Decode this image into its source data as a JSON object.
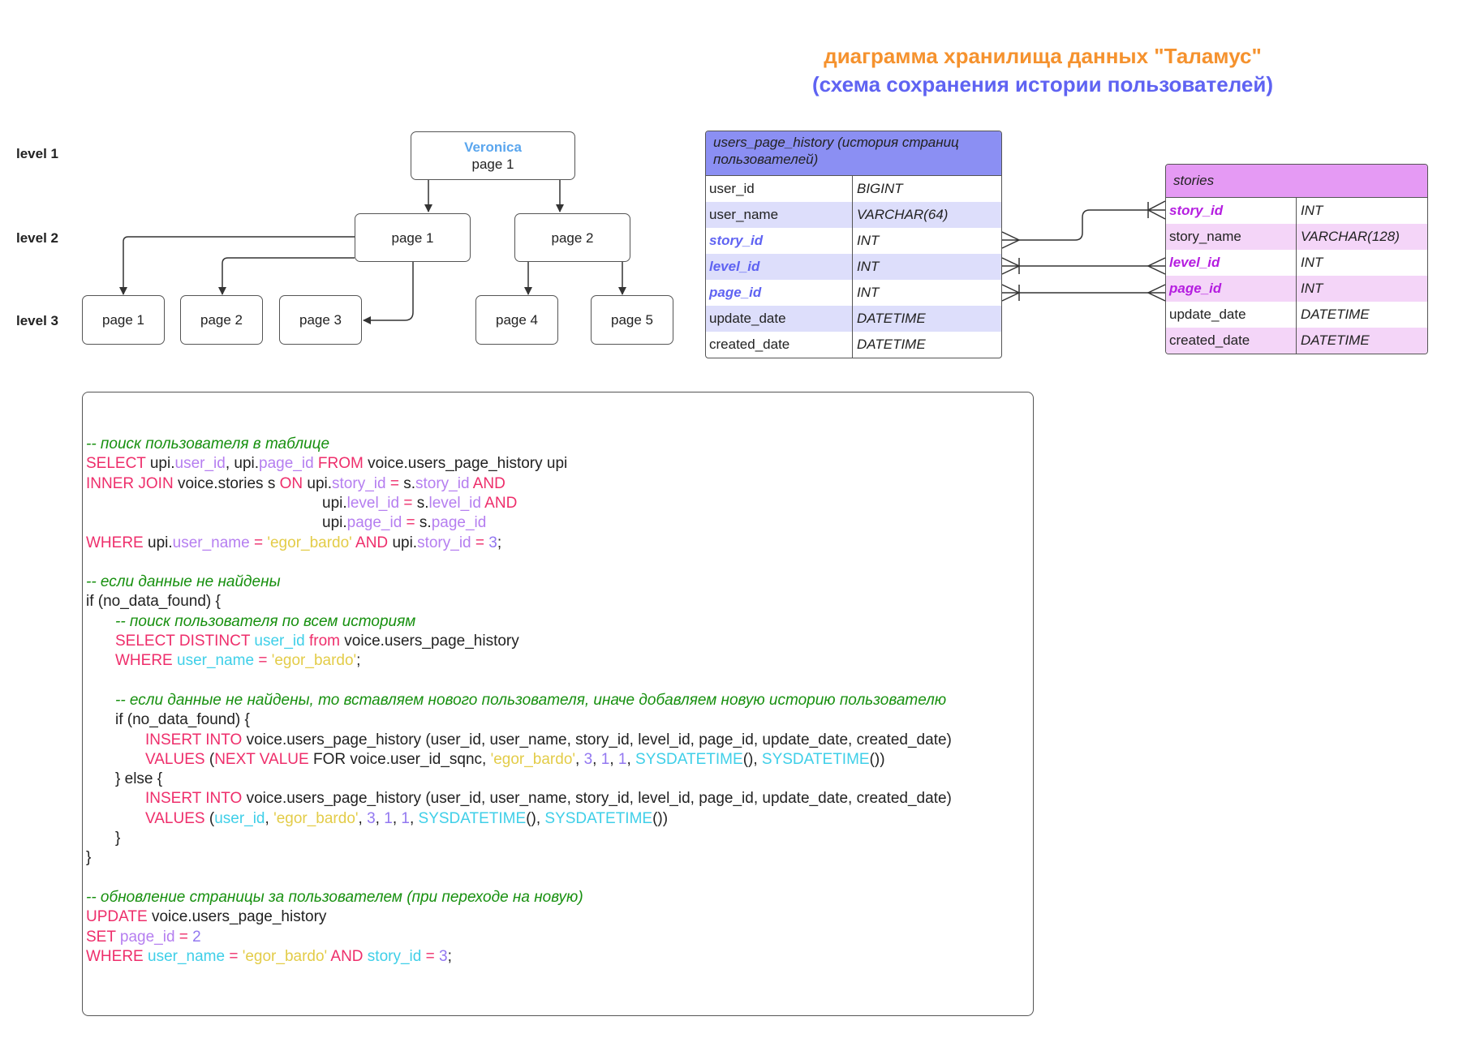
{
  "title": {
    "line1": "диаграмма хранилища данных \"Таламус\"",
    "line2": "(схема сохранения истории пользователей)"
  },
  "levels": [
    "level 1",
    "level 2",
    "level 3"
  ],
  "tree": {
    "root": {
      "name": "Veronica",
      "label": "page 1"
    },
    "level2": [
      "page 1",
      "page 2"
    ],
    "level3": [
      "page 1",
      "page 2",
      "page 3",
      "page 4",
      "page 5"
    ]
  },
  "table_history": {
    "header": "users_page_history (история страниц пользователей)",
    "header_color": "#8b8ff3",
    "stripe_color": "#dddefb",
    "rows": [
      {
        "name": "user_id",
        "type": "BIGINT",
        "key": false
      },
      {
        "name": "user_name",
        "type": "VARCHAR(64)",
        "key": false
      },
      {
        "name": "story_id",
        "type": "INT",
        "key": true
      },
      {
        "name": "level_id",
        "type": "INT",
        "key": true
      },
      {
        "name": "page_id",
        "type": "INT",
        "key": true
      },
      {
        "name": "update_date",
        "type": "DATETIME",
        "key": false
      },
      {
        "name": "created_date",
        "type": "DATETIME",
        "key": false
      }
    ]
  },
  "table_stories": {
    "header": "stories",
    "header_color": "#e59af4",
    "stripe_color": "#f4d5f8",
    "rows": [
      {
        "name": "story_id",
        "type": "INT",
        "key": true
      },
      {
        "name": "story_name",
        "type": "VARCHAR(128)",
        "key": false
      },
      {
        "name": "level_id",
        "type": "INT",
        "key": true
      },
      {
        "name": "page_id",
        "type": "INT",
        "key": true
      },
      {
        "name": "update_date",
        "type": "DATETIME",
        "key": false
      },
      {
        "name": "created_date",
        "type": "DATETIME",
        "key": false
      }
    ]
  },
  "code": {
    "lines": [
      {
        "indent": 0,
        "parts": [
          [
            "cm",
            "-- поиск пользователя в таблице"
          ]
        ]
      },
      {
        "indent": 0,
        "parts": [
          [
            "kw",
            "SELECT "
          ],
          [
            "tx",
            "upi."
          ],
          [
            "fd",
            "user_id"
          ],
          [
            "tx",
            ", upi."
          ],
          [
            "fd",
            "page_id"
          ],
          [
            "kw",
            " FROM "
          ],
          [
            "tx",
            "voice.users_page_history upi"
          ]
        ]
      },
      {
        "indent": 0,
        "parts": [
          [
            "kw",
            "INNER JOIN "
          ],
          [
            "tx",
            "voice.stories s "
          ],
          [
            "kw",
            "ON "
          ],
          [
            "tx",
            "upi."
          ],
          [
            "fd",
            "story_id"
          ],
          [
            "kw",
            " = "
          ],
          [
            "tx",
            "s."
          ],
          [
            "fd",
            "story_id"
          ],
          [
            "kw",
            " AND"
          ]
        ]
      },
      {
        "indent": 3,
        "parts": [
          [
            "tx",
            "upi."
          ],
          [
            "fd",
            "level_id"
          ],
          [
            "kw",
            " = "
          ],
          [
            "tx",
            "s."
          ],
          [
            "fd",
            "level_id"
          ],
          [
            "kw",
            " AND"
          ]
        ]
      },
      {
        "indent": 3,
        "parts": [
          [
            "tx",
            "upi."
          ],
          [
            "fd",
            "page_id"
          ],
          [
            "kw",
            " = "
          ],
          [
            "tx",
            "s."
          ],
          [
            "fd",
            "page_id"
          ]
        ]
      },
      {
        "indent": 0,
        "parts": [
          [
            "kw",
            "WHERE "
          ],
          [
            "tx",
            "upi."
          ],
          [
            "fd",
            "user_name"
          ],
          [
            "kw",
            " = "
          ],
          [
            "st",
            "'egor_bardo'"
          ],
          [
            "kw",
            " AND "
          ],
          [
            "tx",
            "upi."
          ],
          [
            "fd",
            "story_id"
          ],
          [
            "kw",
            " = "
          ],
          [
            "nm",
            "3"
          ],
          [
            "tx",
            ";"
          ]
        ]
      },
      {
        "indent": 0,
        "parts": []
      },
      {
        "indent": 0,
        "parts": [
          [
            "cm",
            "-- если данные не найдены"
          ]
        ]
      },
      {
        "indent": 0,
        "parts": [
          [
            "tx",
            "if (no_data_found) {"
          ]
        ]
      },
      {
        "indent": 1,
        "parts": [
          [
            "cm",
            "-- поиск пользователя по всем историям"
          ]
        ]
      },
      {
        "indent": 1,
        "parts": [
          [
            "kw",
            "SELECT DISTINCT "
          ],
          [
            "fn",
            "user_id"
          ],
          [
            "kw",
            " from "
          ],
          [
            "tx",
            "voice.users_page_history"
          ]
        ]
      },
      {
        "indent": 1,
        "parts": [
          [
            "kw",
            "WHERE "
          ],
          [
            "fn",
            "user_name"
          ],
          [
            "kw",
            " = "
          ],
          [
            "st",
            "'egor_bardo'"
          ],
          [
            "tx",
            ";"
          ]
        ]
      },
      {
        "indent": 0,
        "parts": []
      },
      {
        "indent": 1,
        "parts": [
          [
            "cm",
            "-- если данные не найдены, то вставляем нового пользователя, иначе добавляем новую историю пользователю"
          ]
        ]
      },
      {
        "indent": 1,
        "parts": [
          [
            "tx",
            "if (no_data_found) {"
          ]
        ]
      },
      {
        "indent": 2,
        "parts": [
          [
            "kw",
            "INSERT INTO "
          ],
          [
            "tx",
            "voice.users_page_history (user_id, user_name, story_id, level_id, page_id, update_date, created_date)"
          ]
        ]
      },
      {
        "indent": 2,
        "parts": [
          [
            "kw",
            "VALUES "
          ],
          [
            "tx",
            "("
          ],
          [
            "kw",
            "NEXT VALUE "
          ],
          [
            "tx",
            "FOR voice.user_id_sqnc, "
          ],
          [
            "st",
            "'egor_bardo'"
          ],
          [
            "tx",
            ", "
          ],
          [
            "nm",
            "3"
          ],
          [
            "tx",
            ", "
          ],
          [
            "nm",
            "1"
          ],
          [
            "tx",
            ", "
          ],
          [
            "nm",
            "1"
          ],
          [
            "tx",
            ", "
          ],
          [
            "fn",
            "SYSDATETIME"
          ],
          [
            "tx",
            "(), "
          ],
          [
            "fn",
            "SYSDATETIME"
          ],
          [
            "tx",
            "())"
          ]
        ]
      },
      {
        "indent": 1,
        "parts": [
          [
            "tx",
            "} else {"
          ]
        ]
      },
      {
        "indent": 2,
        "parts": [
          [
            "kw",
            "INSERT INTO "
          ],
          [
            "tx",
            "voice.users_page_history (user_id, user_name, story_id, level_id, page_id, update_date, created_date)"
          ]
        ]
      },
      {
        "indent": 2,
        "parts": [
          [
            "kw",
            "VALUES "
          ],
          [
            "tx",
            "("
          ],
          [
            "fn",
            "user_id"
          ],
          [
            "tx",
            ", "
          ],
          [
            "st",
            "'egor_bardo'"
          ],
          [
            "tx",
            ", "
          ],
          [
            "nm",
            "3"
          ],
          [
            "tx",
            ", "
          ],
          [
            "nm",
            "1"
          ],
          [
            "tx",
            ", "
          ],
          [
            "nm",
            "1"
          ],
          [
            "tx",
            ", "
          ],
          [
            "fn",
            "SYSDATETIME"
          ],
          [
            "tx",
            "(), "
          ],
          [
            "fn",
            "SYSDATETIME"
          ],
          [
            "tx",
            "())"
          ]
        ]
      },
      {
        "indent": 1,
        "parts": [
          [
            "tx",
            "}"
          ]
        ]
      },
      {
        "indent": 0,
        "parts": [
          [
            "tx",
            "}"
          ]
        ]
      },
      {
        "indent": 0,
        "parts": []
      },
      {
        "indent": 0,
        "parts": [
          [
            "cm",
            "-- обновление страницы за пользователем (при переходе на новую)"
          ]
        ]
      },
      {
        "indent": 0,
        "parts": [
          [
            "kw",
            "UPDATE "
          ],
          [
            "tx",
            "voice.users_page_history"
          ]
        ]
      },
      {
        "indent": 0,
        "parts": [
          [
            "kw",
            "SET "
          ],
          [
            "fd",
            "page_id"
          ],
          [
            "kw",
            " = "
          ],
          [
            "nm",
            "2"
          ]
        ]
      },
      {
        "indent": 0,
        "parts": [
          [
            "kw",
            "WHERE "
          ],
          [
            "fn",
            "user_name"
          ],
          [
            "kw",
            " = "
          ],
          [
            "st",
            "'egor_bardo'"
          ],
          [
            "kw",
            " AND "
          ],
          [
            "fn",
            "story_id"
          ],
          [
            "kw",
            " = "
          ],
          [
            "nm",
            "3"
          ],
          [
            "tx",
            ";"
          ]
        ]
      }
    ]
  }
}
